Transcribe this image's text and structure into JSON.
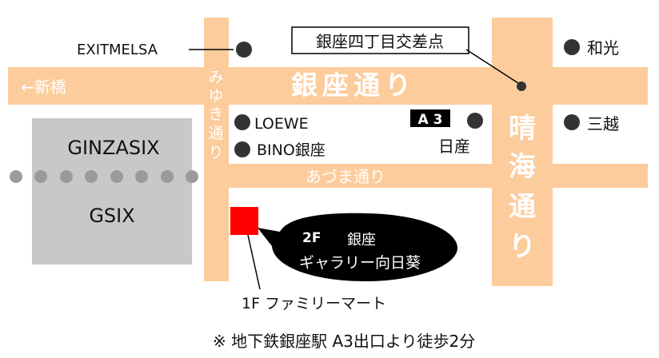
{
  "map": {
    "colors": {
      "road": "#fccc9c",
      "road_text": "#ffffff",
      "building": "#c8c8c8",
      "marker": "#333333",
      "venue": "#ff0000",
      "bubble": "#000000",
      "label": "#111111"
    },
    "roads": {
      "ginza_dori": "銀座通り",
      "harumi_dori_chars": [
        "晴",
        "海",
        "通",
        "り"
      ],
      "azuma_dori": "あづま通り",
      "miyuki_dori_chars": [
        "み",
        "ゆ",
        "き",
        "通",
        "り"
      ],
      "shinbashi": "←新橋"
    },
    "landmarks": {
      "exitmelsa": "EXITMELSA",
      "crossing": "銀座四丁目交差点",
      "wako": "和光",
      "mitsukoshi": "三越",
      "loewe": "LOEWE",
      "bino": "BINO銀座",
      "nissan": "日産",
      "exit_a3": "A 3",
      "ginzasix": "GINZASIX",
      "gsix": "GSIX",
      "familymart": "1F ファミリーマート"
    },
    "venue": {
      "floor": "2F",
      "line1": "銀座",
      "line2": "ギャラリー向日葵"
    },
    "access_note": "※ 地下鉄銀座駅 A3出口より徒歩2分"
  }
}
